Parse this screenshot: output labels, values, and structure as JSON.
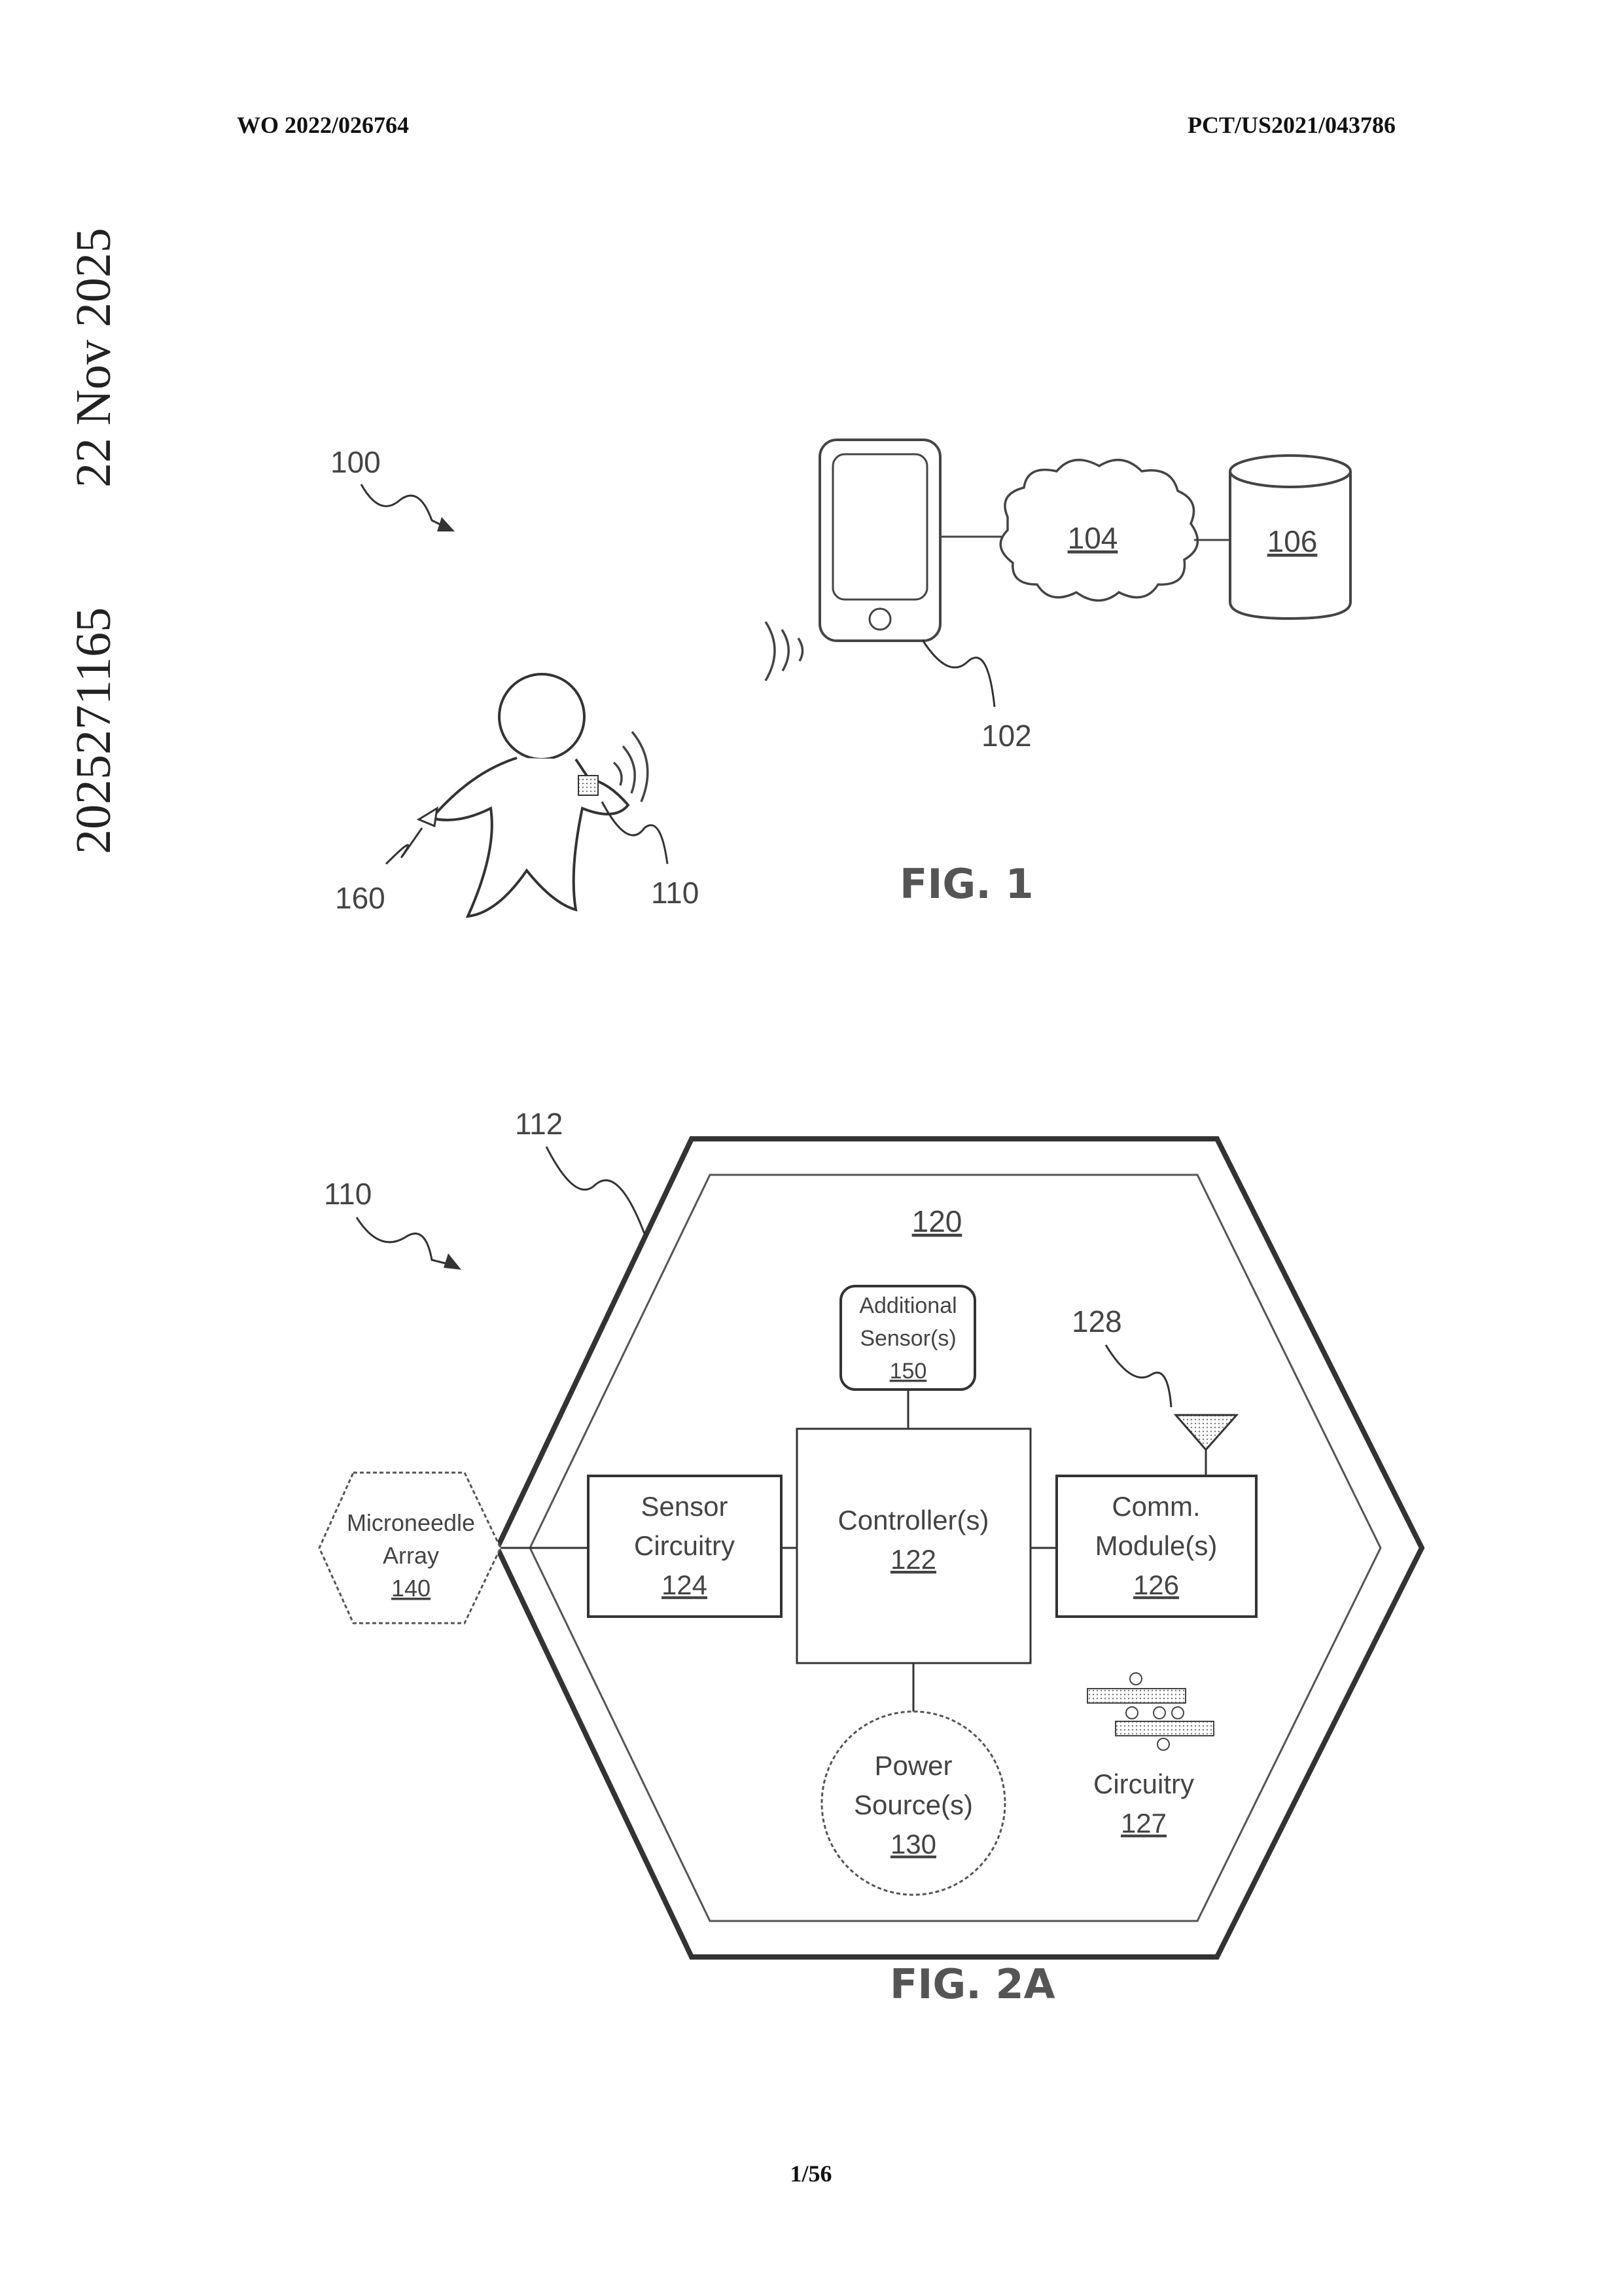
{
  "header": {
    "left": "WO 2022/026764",
    "right": "PCT/US2021/043786"
  },
  "side_text": {
    "date": "22 Nov 2025",
    "number": "2025271165"
  },
  "fig1": {
    "caption": "FIG. 1",
    "ref_system": "100",
    "ref_phone": "102",
    "ref_cloud": "104",
    "ref_database": "106",
    "ref_device": "110",
    "ref_accessory": "160"
  },
  "fig2a": {
    "caption": "FIG. 2A",
    "ref_device": "110",
    "ref_housing": "112",
    "ref_board": "120",
    "ref_antenna": "128",
    "additional_sensors": {
      "line1": "Additional",
      "line2": "Sensor(s)",
      "ref": "150"
    },
    "sensor_circuitry": {
      "line1": "Sensor",
      "line2": "Circuitry",
      "ref": "124"
    },
    "controller": {
      "line1": "Controller(s)",
      "ref": "122"
    },
    "comm_module": {
      "line1": "Comm.",
      "line2": "Module(s)",
      "ref": "126"
    },
    "microneedle_array": {
      "line1": "Microneedle",
      "line2": "Array",
      "ref": "140"
    },
    "power_source": {
      "line1": "Power",
      "line2": "Source(s)",
      "ref": "130"
    },
    "circuitry": {
      "line1": "Circuitry",
      "ref": "127"
    }
  },
  "footer": {
    "page": "1/56"
  }
}
